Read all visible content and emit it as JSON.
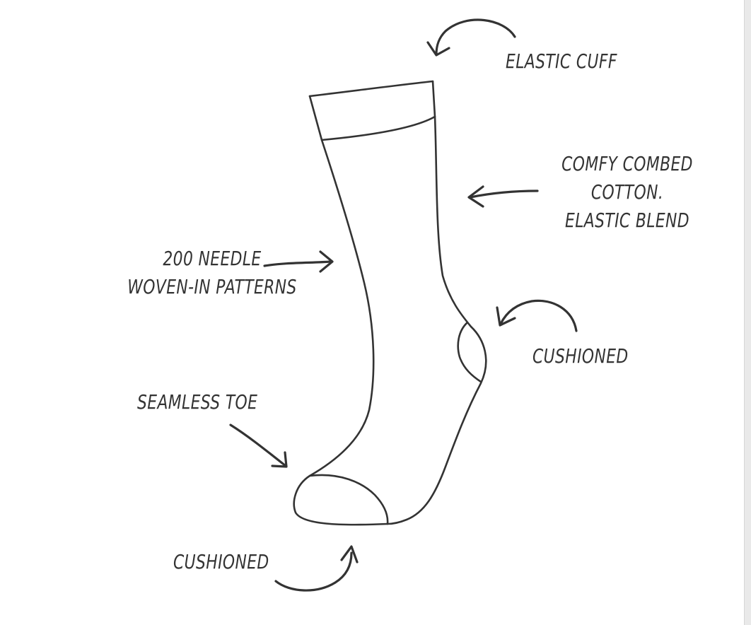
{
  "annotations": {
    "elastic_cuff": "ELASTIC CUFF",
    "fabric": {
      "line1": "COMFY COMBED",
      "line2": "COTTON.",
      "line3": "ELASTIC BLEND"
    },
    "patterns": {
      "line1": "200 NEEDLE",
      "line2": "WOVEN-IN PATTERNS"
    },
    "heel": "CUSHIONED",
    "toe": "SEAMLESS TOE",
    "sole": "CUSHIONED"
  },
  "colors": {
    "ink": "#333333",
    "background": "#ffffff"
  }
}
